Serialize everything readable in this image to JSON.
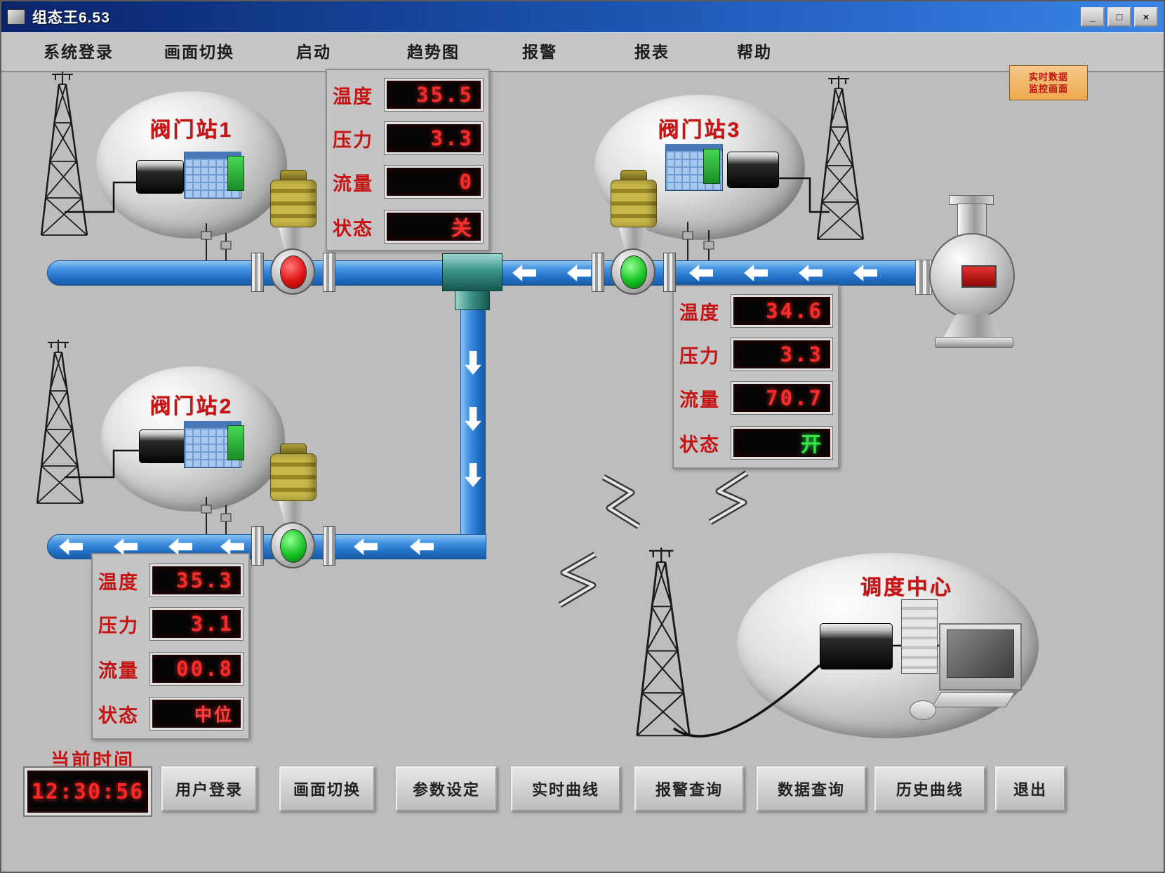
{
  "window": {
    "title": "组态王6.53",
    "controls": {
      "minimize": "_",
      "maximize": "□",
      "close": "×"
    }
  },
  "menu": {
    "items": [
      {
        "label": "系统登录"
      },
      {
        "label": "画面切换"
      },
      {
        "label": "启动"
      },
      {
        "label": "趋势图"
      },
      {
        "label": "报警"
      },
      {
        "label": "报表"
      },
      {
        "label": "帮助"
      }
    ]
  },
  "info_box": {
    "line1": "实时数据",
    "line2": "监控画面"
  },
  "stations": [
    {
      "id": "station-1",
      "label": "阀门站1"
    },
    {
      "id": "station-3",
      "label": "阀门站3"
    },
    {
      "id": "station-2",
      "label": "阀门站2"
    },
    {
      "id": "dispatch-center",
      "label": "调度中心"
    }
  ],
  "panels": [
    {
      "id": "panel-station-1",
      "rows": [
        {
          "label": "温度",
          "value": "35.5"
        },
        {
          "label": "压力",
          "value": "3.3"
        },
        {
          "label": "流量",
          "value": "0"
        },
        {
          "label": "状态",
          "value": "关",
          "state": "closed"
        }
      ]
    },
    {
      "id": "panel-station-3",
      "rows": [
        {
          "label": "温度",
          "value": "34.6"
        },
        {
          "label": "压力",
          "value": "3.3"
        },
        {
          "label": "流量",
          "value": "70.7"
        },
        {
          "label": "状态",
          "value": "开",
          "state": "open"
        }
      ]
    },
    {
      "id": "panel-station-2",
      "rows": [
        {
          "label": "温度",
          "value": "35.3"
        },
        {
          "label": "压力",
          "value": "3.1"
        },
        {
          "label": "流量",
          "value": "00.8"
        },
        {
          "label": "状态",
          "value": "中位",
          "state": "mid"
        }
      ]
    }
  ],
  "valves": [
    {
      "id": "valve-station-1",
      "status": "closed"
    },
    {
      "id": "valve-station-3",
      "status": "open"
    },
    {
      "id": "valve-station-2",
      "status": "open"
    }
  ],
  "clock": {
    "label": "当前时间",
    "value": "12:30:56"
  },
  "buttons": [
    {
      "label": "用户登录"
    },
    {
      "label": "画面切换"
    },
    {
      "label": "参数设定"
    },
    {
      "label": "实时曲线"
    },
    {
      "label": "报警查询"
    },
    {
      "label": "数据查询"
    },
    {
      "label": "历史曲线"
    },
    {
      "label": "退出"
    }
  ],
  "colors": {
    "titlebar": "#0a246a",
    "pipe_blue": "#2e7fd0",
    "junction_teal": "#3d948a",
    "valve_open_green": "#16c424",
    "valve_closed_red": "#e01212",
    "led_digit_red": "#ff2a2a",
    "status_open_green": "#35e845",
    "label_red": "#c41414",
    "info_box_orange": "#eda94f"
  }
}
